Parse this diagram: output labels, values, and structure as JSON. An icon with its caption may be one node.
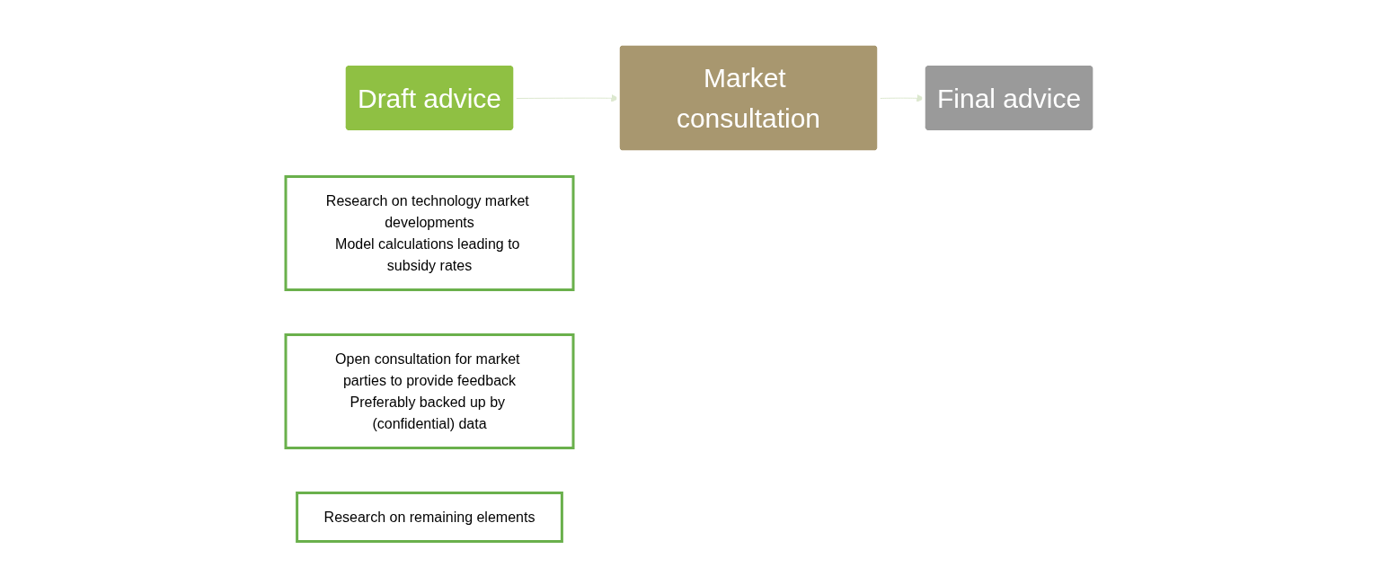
{
  "diagram": {
    "nodes": [
      {
        "text": [
          "Draft advice"
        ]
      },
      {
        "text": [
          "Research on technology market developments",
          "Model calculations leading to subsidy rates"
        ]
      },
      {
        "text": [
          "Market consultation"
        ]
      },
      {
        "text": [
          "Open consultation for market parties to provide feedback",
          "Preferably backed up by (confidential) data"
        ]
      },
      {
        "text": [
          "Final advice"
        ]
      },
      {
        "text": [
          "Research on remaining elements"
        ]
      }
    ],
    "edges": [
      {
        "from": 0,
        "to": 2,
        "arrow": "to",
        "color": "#dce8cf"
      },
      {
        "from": 2,
        "to": 4,
        "arrow": "to",
        "color": "#dce8cf"
      }
    ]
  }
}
